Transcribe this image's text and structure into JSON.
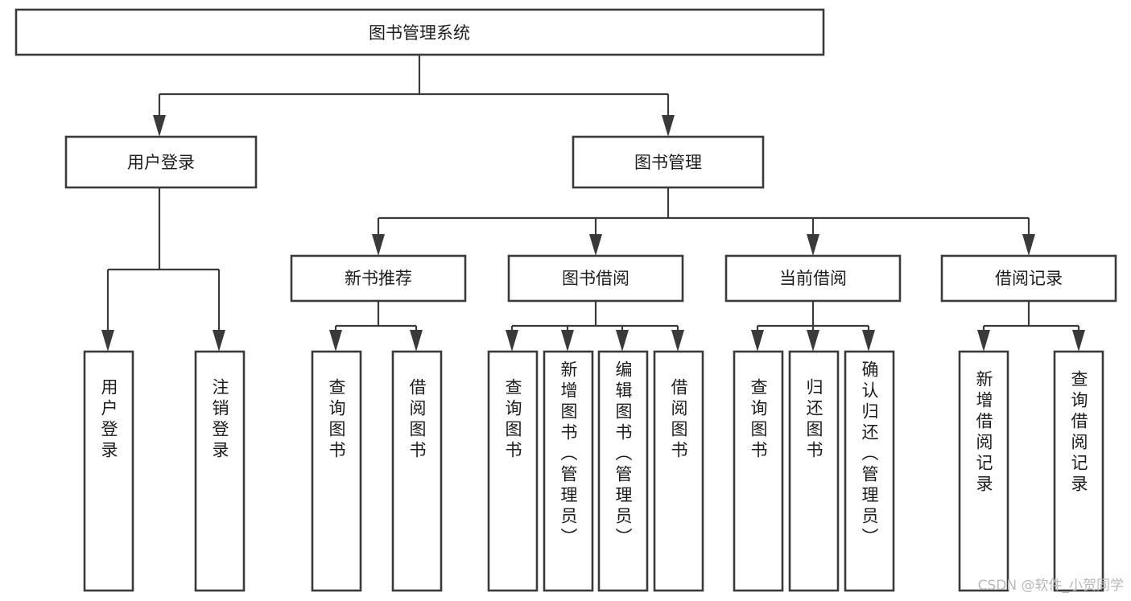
{
  "diagram": {
    "type": "tree-hierarchy",
    "title": "图书管理系统",
    "orientation": "top-down",
    "colors": {
      "box_fill": "#ffffff",
      "box_stroke": "#3a3a3a",
      "connector": "#3a3a3a",
      "label": "#1c1c1c",
      "watermark": "#b9b9b9",
      "background": "#ffffff"
    },
    "root": {
      "label": "图书管理系统",
      "orientation": "horizontal"
    },
    "level2": [
      {
        "label": "用户登录",
        "orientation": "horizontal"
      },
      {
        "label": "图书管理",
        "orientation": "horizontal"
      }
    ],
    "level3": [
      {
        "label": "新书推荐",
        "orientation": "horizontal"
      },
      {
        "label": "图书借阅",
        "orientation": "horizontal"
      },
      {
        "label": "当前借阅",
        "orientation": "horizontal"
      },
      {
        "label": "借阅记录",
        "orientation": "horizontal"
      }
    ],
    "leaves": {
      "user_login": [
        {
          "label": "用户登录",
          "orientation": "vertical"
        },
        {
          "label": "注销登录",
          "orientation": "vertical"
        }
      ],
      "new_book_recommend": [
        {
          "label": "查询图书",
          "orientation": "vertical"
        },
        {
          "label": "借阅图书",
          "orientation": "vertical"
        }
      ],
      "book_borrow": [
        {
          "label": "查询图书",
          "orientation": "vertical"
        },
        {
          "label": "新增图书（管理员）",
          "orientation": "vertical"
        },
        {
          "label": "编辑图书（管理员）",
          "orientation": "vertical"
        },
        {
          "label": "借阅图书",
          "orientation": "vertical"
        }
      ],
      "current_borrow": [
        {
          "label": "查询图书",
          "orientation": "vertical"
        },
        {
          "label": "归还图书",
          "orientation": "vertical"
        },
        {
          "label": "确认归还（管理员）",
          "orientation": "vertical"
        }
      ],
      "borrow_record": [
        {
          "label": "新增借阅记录",
          "orientation": "vertical"
        },
        {
          "label": "查询借阅记录",
          "orientation": "vertical"
        }
      ]
    }
  },
  "watermark": {
    "text": "CSDN @软件_小贺同学"
  }
}
